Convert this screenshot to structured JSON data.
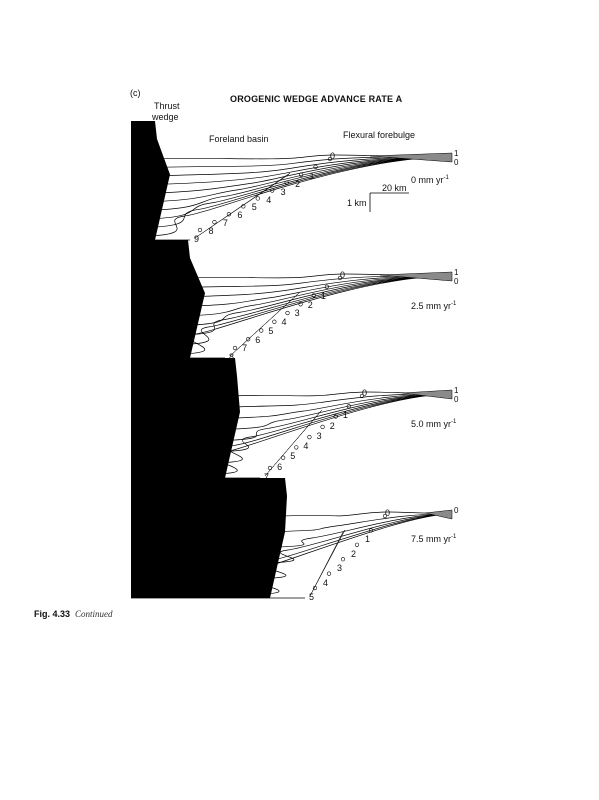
{
  "panel_label": "(c)",
  "title": "OROGENIC WEDGE ADVANCE RATE A",
  "labels": {
    "thrust_wedge_1": "Thrust",
    "thrust_wedge_2": "wedge",
    "foreland_basin": "Foreland basin",
    "flexural_forebulge": "Flexural forebulge",
    "scale_horizontal": "20 km",
    "scale_vertical": "1 km"
  },
  "caption": {
    "fig": "Fig. 4.33",
    "note": "Continued"
  },
  "panels": [
    {
      "rate": "0 mm yr",
      "rate_exp": "-1",
      "time_labels": [
        "0",
        "1",
        "2",
        "3",
        "4",
        "5",
        "6",
        "7",
        "8",
        "9"
      ],
      "right_ticks": [
        "1",
        "0"
      ]
    },
    {
      "rate": "2.5 mm yr",
      "rate_exp": "-1",
      "time_labels": [
        "0",
        "1",
        "2",
        "3",
        "4",
        "5",
        "6",
        "7",
        "8"
      ],
      "right_ticks": [
        "1",
        "0"
      ]
    },
    {
      "rate": "5.0 mm yr",
      "rate_exp": "-1",
      "time_labels": [
        "0",
        "1",
        "2",
        "3",
        "4",
        "5",
        "6",
        "7"
      ],
      "right_ticks": [
        "1",
        "0"
      ]
    },
    {
      "rate": "7.5 mm yr",
      "rate_exp": "-1",
      "time_labels": [
        "0",
        "1",
        "2",
        "3",
        "4",
        "5"
      ],
      "right_ticks": [
        "0"
      ]
    }
  ]
}
